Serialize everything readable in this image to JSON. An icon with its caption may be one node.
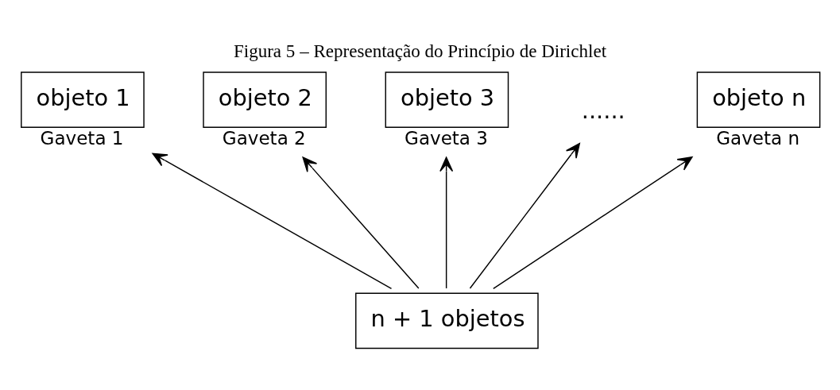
{
  "diagram": {
    "title": "Figura 5 – Representação do Princípio de Dirichlet",
    "nodes": [
      {
        "text": [
          "objeto 1"
        ],
        "beside": [
          "Gaveta 1"
        ]
      },
      {
        "text": [
          "objeto 2"
        ],
        "beside": [
          "Gaveta 2"
        ]
      },
      {
        "text": [
          "objeto 3"
        ],
        "beside": [
          "Gaveta 3"
        ]
      },
      {
        "text": [
          "......"
        ]
      },
      {
        "text": [
          "objeto n"
        ],
        "beside": [
          "Gaveta n"
        ]
      },
      {
        "text": [
          "n + 1 objetos"
        ]
      }
    ],
    "edges": [
      {
        "from": 5,
        "to": 0,
        "arrow": "to"
      },
      {
        "from": 5,
        "to": 1,
        "arrow": "to"
      },
      {
        "from": 5,
        "to": 2,
        "arrow": "to"
      },
      {
        "from": 5,
        "to": 3,
        "arrow": "to"
      },
      {
        "from": 5,
        "to": 4,
        "arrow": "to"
      }
    ]
  }
}
